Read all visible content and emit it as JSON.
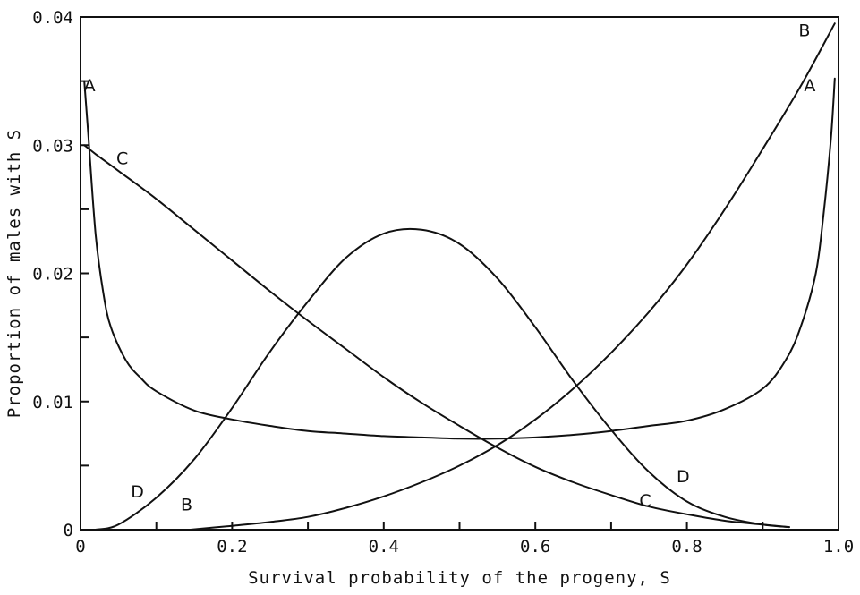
{
  "chart_data": {
    "type": "line",
    "title": "",
    "xlabel": "Survival probability of the progeny, S",
    "ylabel": "Proportion of males with S",
    "xlim": [
      0,
      1
    ],
    "ylim": [
      0,
      0.04
    ],
    "grid": false,
    "legend": "none",
    "x_ticks": [
      {
        "value": 0,
        "label": "0"
      },
      {
        "value": 0.2,
        "label": "0.2"
      },
      {
        "value": 0.4,
        "label": "0.4"
      },
      {
        "value": 0.6,
        "label": "0.6"
      },
      {
        "value": 0.8,
        "label": "0.8"
      },
      {
        "value": 1.0,
        "label": "1.0"
      }
    ],
    "x_minor_ticks": [
      0.1,
      0.3,
      0.5,
      0.7,
      0.9
    ],
    "y_ticks": [
      {
        "value": 0,
        "label": "0"
      },
      {
        "value": 0.01,
        "label": "0.01"
      },
      {
        "value": 0.02,
        "label": "0.02"
      },
      {
        "value": 0.03,
        "label": "0.03"
      },
      {
        "value": 0.04,
        "label": "0.04"
      }
    ],
    "y_minor_ticks": [
      0.005,
      0.015,
      0.025,
      0.035
    ],
    "series": [
      {
        "label": "A",
        "label_positions": [
          {
            "x": 0.012,
            "y": 0.0342
          },
          {
            "x": 0.962,
            "y": 0.0342
          }
        ],
        "points": [
          [
            0.005,
            0.035
          ],
          [
            0.01,
            0.031
          ],
          [
            0.02,
            0.023
          ],
          [
            0.03,
            0.0185
          ],
          [
            0.04,
            0.0158
          ],
          [
            0.06,
            0.0132
          ],
          [
            0.08,
            0.0118
          ],
          [
            0.1,
            0.0108
          ],
          [
            0.15,
            0.0093
          ],
          [
            0.2,
            0.0086
          ],
          [
            0.25,
            0.0081
          ],
          [
            0.3,
            0.0077
          ],
          [
            0.35,
            0.0075
          ],
          [
            0.4,
            0.0073
          ],
          [
            0.45,
            0.0072
          ],
          [
            0.5,
            0.0071
          ],
          [
            0.55,
            0.0071
          ],
          [
            0.6,
            0.0072
          ],
          [
            0.65,
            0.0074
          ],
          [
            0.7,
            0.0077
          ],
          [
            0.75,
            0.0081
          ],
          [
            0.8,
            0.0085
          ],
          [
            0.85,
            0.0094
          ],
          [
            0.9,
            0.011
          ],
          [
            0.93,
            0.0132
          ],
          [
            0.95,
            0.0158
          ],
          [
            0.97,
            0.02
          ],
          [
            0.98,
            0.0245
          ],
          [
            0.99,
            0.0305
          ],
          [
            0.995,
            0.0352
          ]
        ]
      },
      {
        "label": "B",
        "label_positions": [
          {
            "x": 0.14,
            "y": 0.0015
          },
          {
            "x": 0.955,
            "y": 0.0385
          }
        ],
        "points": [
          [
            0.145,
            0.0
          ],
          [
            0.2,
            0.0003
          ],
          [
            0.25,
            0.0006
          ],
          [
            0.3,
            0.001
          ],
          [
            0.35,
            0.0017
          ],
          [
            0.4,
            0.0026
          ],
          [
            0.45,
            0.0037
          ],
          [
            0.5,
            0.005
          ],
          [
            0.55,
            0.0066
          ],
          [
            0.6,
            0.0086
          ],
          [
            0.65,
            0.011
          ],
          [
            0.7,
            0.0138
          ],
          [
            0.75,
            0.017
          ],
          [
            0.8,
            0.0207
          ],
          [
            0.85,
            0.025
          ],
          [
            0.9,
            0.0297
          ],
          [
            0.95,
            0.0346
          ],
          [
            0.995,
            0.0395
          ]
        ]
      },
      {
        "label": "C",
        "label_positions": [
          {
            "x": 0.055,
            "y": 0.0285
          },
          {
            "x": 0.745,
            "y": 0.0018
          }
        ],
        "points": [
          [
            0.005,
            0.03
          ],
          [
            0.02,
            0.0293
          ],
          [
            0.05,
            0.028
          ],
          [
            0.1,
            0.0258
          ],
          [
            0.15,
            0.0234
          ],
          [
            0.2,
            0.021
          ],
          [
            0.25,
            0.0186
          ],
          [
            0.3,
            0.0163
          ],
          [
            0.35,
            0.0141
          ],
          [
            0.4,
            0.0119
          ],
          [
            0.45,
            0.0099
          ],
          [
            0.5,
            0.0081
          ],
          [
            0.55,
            0.0064
          ],
          [
            0.6,
            0.0049
          ],
          [
            0.65,
            0.0037
          ],
          [
            0.7,
            0.0027
          ],
          [
            0.75,
            0.0018
          ],
          [
            0.8,
            0.0012
          ],
          [
            0.85,
            0.0007
          ],
          [
            0.9,
            0.0004
          ],
          [
            0.935,
            0.0002
          ]
        ]
      },
      {
        "label": "D",
        "label_positions": [
          {
            "x": 0.075,
            "y": 0.0025
          },
          {
            "x": 0.795,
            "y": 0.0037
          }
        ],
        "points": [
          [
            0.02,
            0.0
          ],
          [
            0.05,
            0.0004
          ],
          [
            0.1,
            0.0025
          ],
          [
            0.15,
            0.0055
          ],
          [
            0.2,
            0.0095
          ],
          [
            0.25,
            0.0139
          ],
          [
            0.3,
            0.0178
          ],
          [
            0.35,
            0.0212
          ],
          [
            0.4,
            0.0231
          ],
          [
            0.45,
            0.0234
          ],
          [
            0.5,
            0.0223
          ],
          [
            0.55,
            0.0196
          ],
          [
            0.6,
            0.0158
          ],
          [
            0.65,
            0.0116
          ],
          [
            0.7,
            0.0078
          ],
          [
            0.75,
            0.0045
          ],
          [
            0.8,
            0.0022
          ],
          [
            0.85,
            0.001
          ],
          [
            0.9,
            0.0004
          ],
          [
            0.935,
            0.0002
          ]
        ]
      }
    ]
  }
}
